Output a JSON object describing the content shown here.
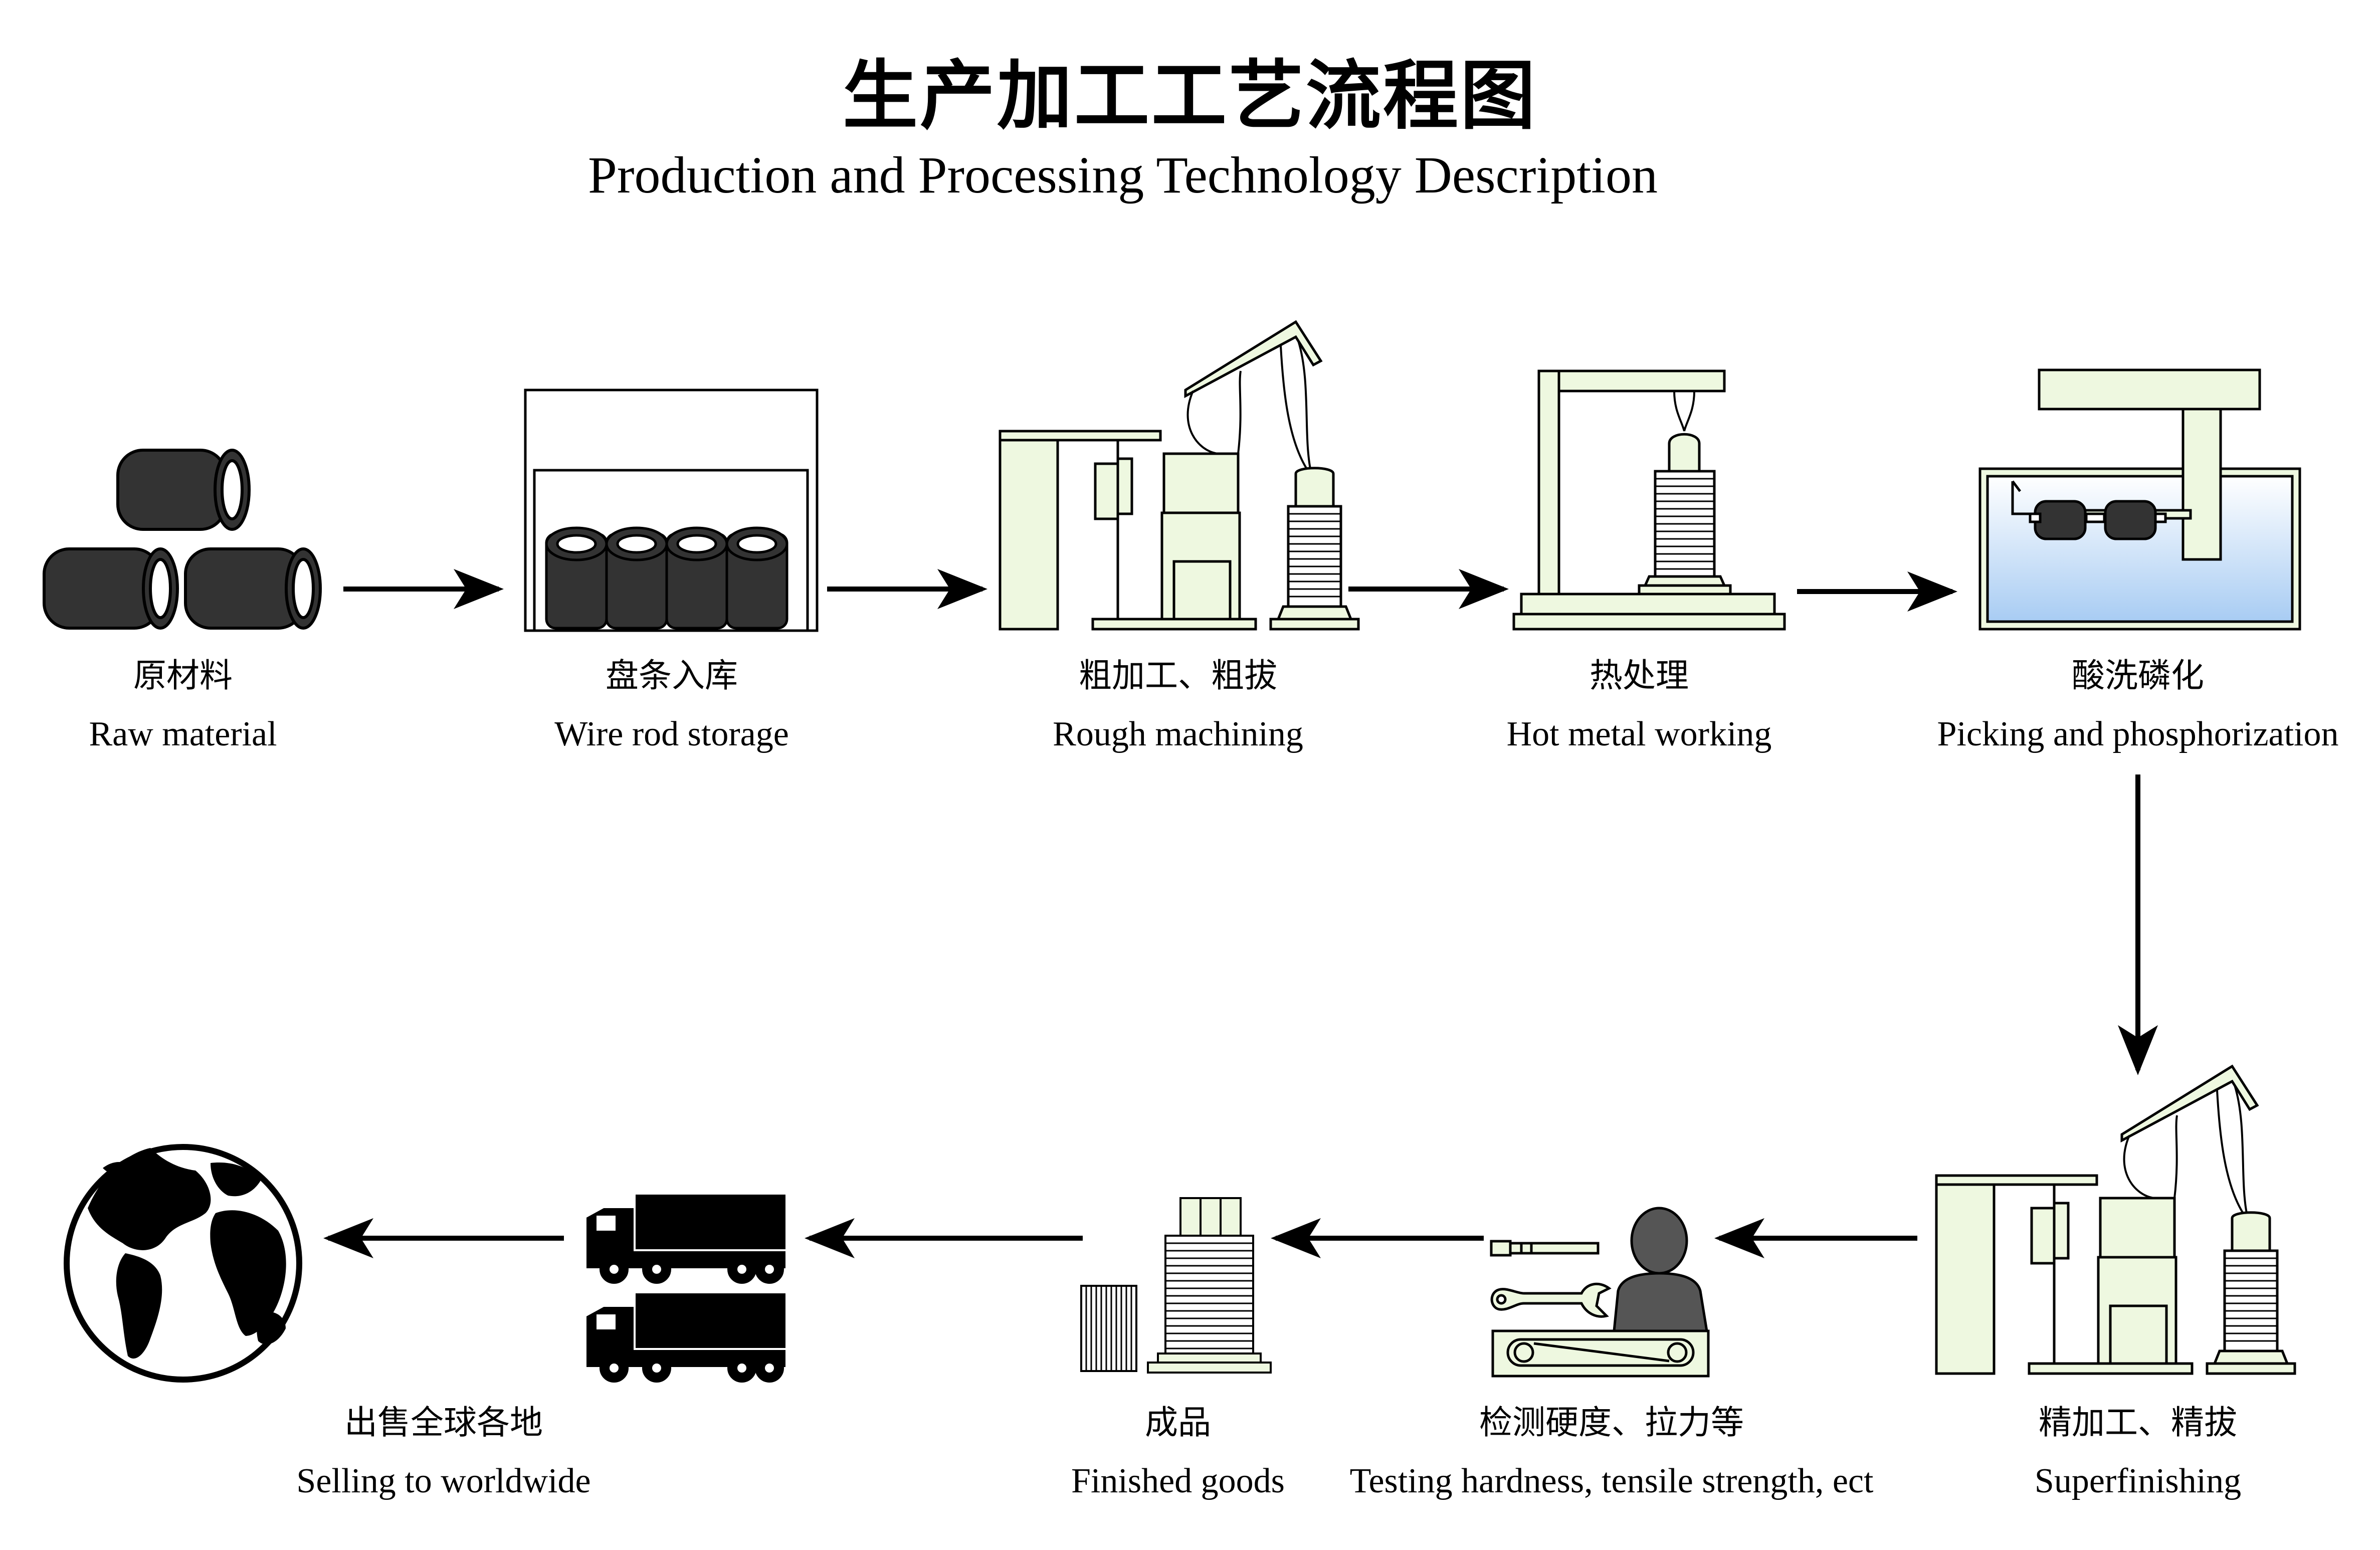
{
  "title_cn": "生产加工工艺流程图",
  "title_en": "Production and Processing Technology Description",
  "colors": {
    "stroke": "#000000",
    "machine_fill": "#eef8e0",
    "coil": "#333333",
    "water_top": "#ffffff",
    "water_bottom": "#a8ccf3"
  },
  "steps": [
    {
      "cn": "原材料",
      "en": "Raw material",
      "icon": "raw-material-coils-icon"
    },
    {
      "cn": "盘条入库",
      "en": "Wire rod storage",
      "icon": "warehouse-icon"
    },
    {
      "cn": "粗加工、粗拔",
      "en": "Rough machining",
      "icon": "drawing-machine-icon"
    },
    {
      "cn": "热处理",
      "en": "Hot metal working",
      "icon": "heat-treatment-icon"
    },
    {
      "cn": "酸洗磷化",
      "en": "Picking and phosphorization",
      "icon": "pickling-tank-icon"
    },
    {
      "cn": "精加工、精拔",
      "en": "Superfinishing",
      "icon": "drawing-machine-icon"
    },
    {
      "cn": "检测硬度、拉力等",
      "en": "Testing hardness, tensile strength, ect",
      "icon": "inspector-tools-icon"
    },
    {
      "cn": "成品",
      "en": "Finished goods",
      "icon": "finished-coil-icon"
    },
    {
      "cn": "出售全球各地",
      "en": "Selling to worldwide",
      "icon": "globe-icon"
    }
  ],
  "transport_icon": "trucks-icon"
}
